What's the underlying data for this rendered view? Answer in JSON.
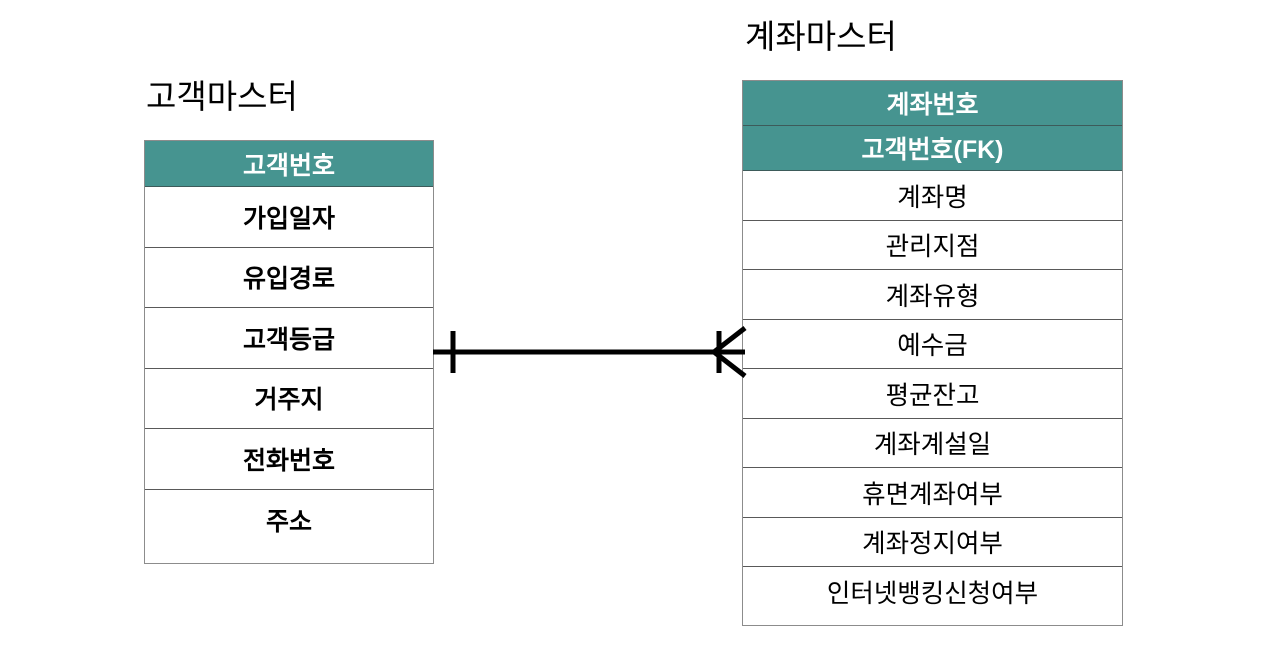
{
  "diagram": {
    "type": "entity-relationship-diagram",
    "notation": "crow's-foot",
    "background_color": "#FFFFFF",
    "key_header_color": "#469490",
    "border_color": "#595959",
    "text_color": "#000000",
    "key_text_color": "#FFFFFF"
  },
  "entities": [
    {
      "id": "customer",
      "title": "고객마스터",
      "attributes": [
        {
          "label": "고객번호",
          "is_key": true
        },
        {
          "label": "가입일자",
          "is_key": false
        },
        {
          "label": "유입경로",
          "is_key": false
        },
        {
          "label": "고객등급",
          "is_key": false
        },
        {
          "label": "거주지",
          "is_key": false
        },
        {
          "label": "전화번호",
          "is_key": false
        },
        {
          "label": "주소",
          "is_key": false
        }
      ]
    },
    {
      "id": "account",
      "title": "계좌마스터",
      "attributes": [
        {
          "label": "계좌번호",
          "is_key": true
        },
        {
          "label": "고객번호(FK)",
          "is_key": true
        },
        {
          "label": "계좌명",
          "is_key": false
        },
        {
          "label": "관리지점",
          "is_key": false
        },
        {
          "label": "계좌유형",
          "is_key": false
        },
        {
          "label": "예수금",
          "is_key": false
        },
        {
          "label": "평균잔고",
          "is_key": false
        },
        {
          "label": "계좌계설일",
          "is_key": false
        },
        {
          "label": "휴면계좌여부",
          "is_key": false
        },
        {
          "label": "계좌정지여부",
          "is_key": false
        },
        {
          "label": "인터넷뱅킹신청여부",
          "is_key": false
        }
      ]
    }
  ],
  "relationship": {
    "from_entity": "customer",
    "to_entity": "account",
    "from_cardinality": "one",
    "to_cardinality": "many",
    "line_color": "#000000"
  }
}
